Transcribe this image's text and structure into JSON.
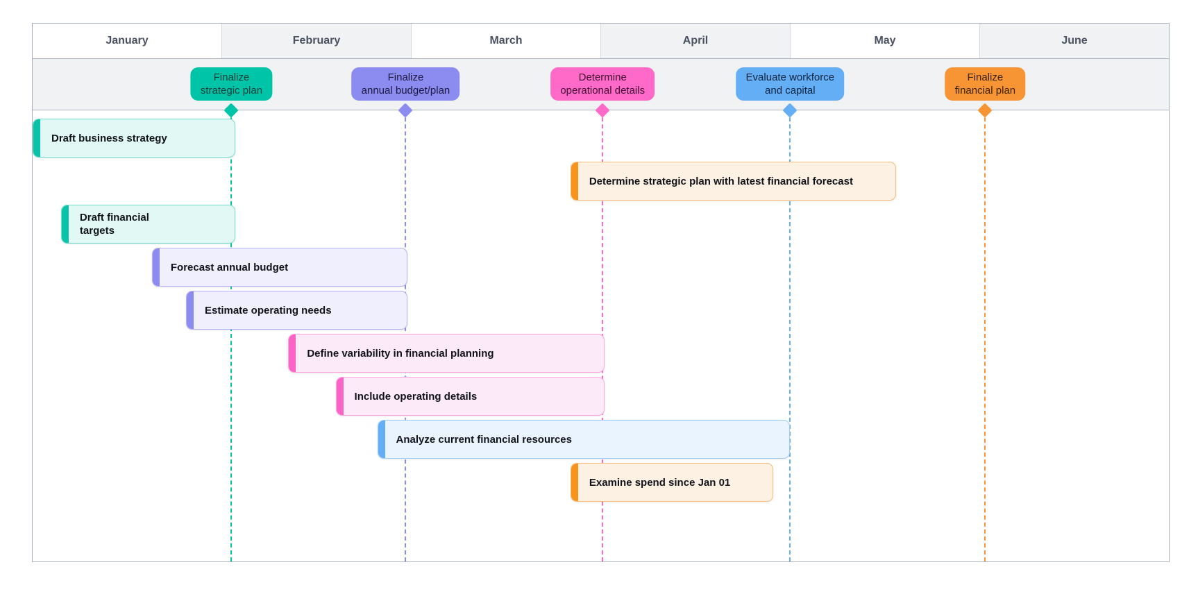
{
  "chart_data": {
    "type": "timeline",
    "title": "",
    "months": [
      {
        "label": "January",
        "shaded": false
      },
      {
        "label": "February",
        "shaded": true
      },
      {
        "label": "March",
        "shaded": false
      },
      {
        "label": "April",
        "shaded": true
      },
      {
        "label": "May",
        "shaded": false
      },
      {
        "label": "June",
        "shaded": true
      }
    ],
    "axis_range": [
      "January",
      "June"
    ],
    "milestones": [
      {
        "label_line1": "Finalize",
        "label_line2": "strategic plan",
        "month_position": 1.05,
        "color": "#00c4a7",
        "text_color": "#123b36"
      },
      {
        "label_line1": "Finalize",
        "label_line2": "annual budget/plan",
        "month_position": 1.97,
        "color": "#8b8bf0",
        "text_color": "#1a1a3c"
      },
      {
        "label_line1": "Determine",
        "label_line2": "operational details",
        "month_position": 3.01,
        "color": "#ff69c8",
        "text_color": "#3d1030"
      },
      {
        "label_line1": "Evaluate workforce",
        "label_line2": "and capital",
        "month_position": 4.0,
        "color": "#64aef6",
        "text_color": "#10243d"
      },
      {
        "label_line1": "Finalize",
        "label_line2": "financial plan",
        "month_position": 5.03,
        "color": "#f79434",
        "text_color": "#3a2206"
      }
    ],
    "tasks": [
      {
        "label": "Draft business strategy",
        "start": 0.0,
        "end": 1.07,
        "accent": "#0ac2a8",
        "fill": "#e2f8f4",
        "border": "#6fdfcc",
        "row": 0
      },
      {
        "label": "Determine strategic plan with latest financial forecast",
        "start": 2.84,
        "end": 4.56,
        "accent": "#f7941e",
        "fill": "#fdf1e3",
        "border": "#f9bd77",
        "row": 1
      },
      {
        "label": "Draft financial\ntargets",
        "start": 0.15,
        "end": 1.07,
        "accent": "#0ac2a8",
        "fill": "#e2f8f4",
        "border": "#6fdfcc",
        "row": 2
      },
      {
        "label": "Forecast annual budget",
        "start": 0.63,
        "end": 1.98,
        "accent": "#8b8bf0",
        "fill": "#f0effe",
        "border": "#b3b2f5",
        "row": 3
      },
      {
        "label": "Estimate operating needs",
        "start": 0.81,
        "end": 1.98,
        "accent": "#8b8bf0",
        "fill": "#f0effe",
        "border": "#b3b2f5",
        "row": 4
      },
      {
        "label": "Define variability in financial planning",
        "start": 1.35,
        "end": 3.02,
        "accent": "#fb63c6",
        "fill": "#fdeaf8",
        "border": "#fba6dd",
        "row": 5
      },
      {
        "label": "Include operating details",
        "start": 1.6,
        "end": 3.02,
        "accent": "#fb63c6",
        "fill": "#fdeaf8",
        "border": "#fba6dd",
        "row": 6
      },
      {
        "label": "Analyze current financial resources",
        "start": 1.82,
        "end": 4.0,
        "accent": "#64aef6",
        "fill": "#eaf4fe",
        "border": "#9fcdfa",
        "row": 7
      },
      {
        "label": "Examine spend since Jan 01",
        "start": 2.84,
        "end": 3.91,
        "accent": "#f7941e",
        "fill": "#fdf1e3",
        "border": "#f9bd77",
        "row": 8
      }
    ],
    "grid": true,
    "legend_position": "none"
  }
}
